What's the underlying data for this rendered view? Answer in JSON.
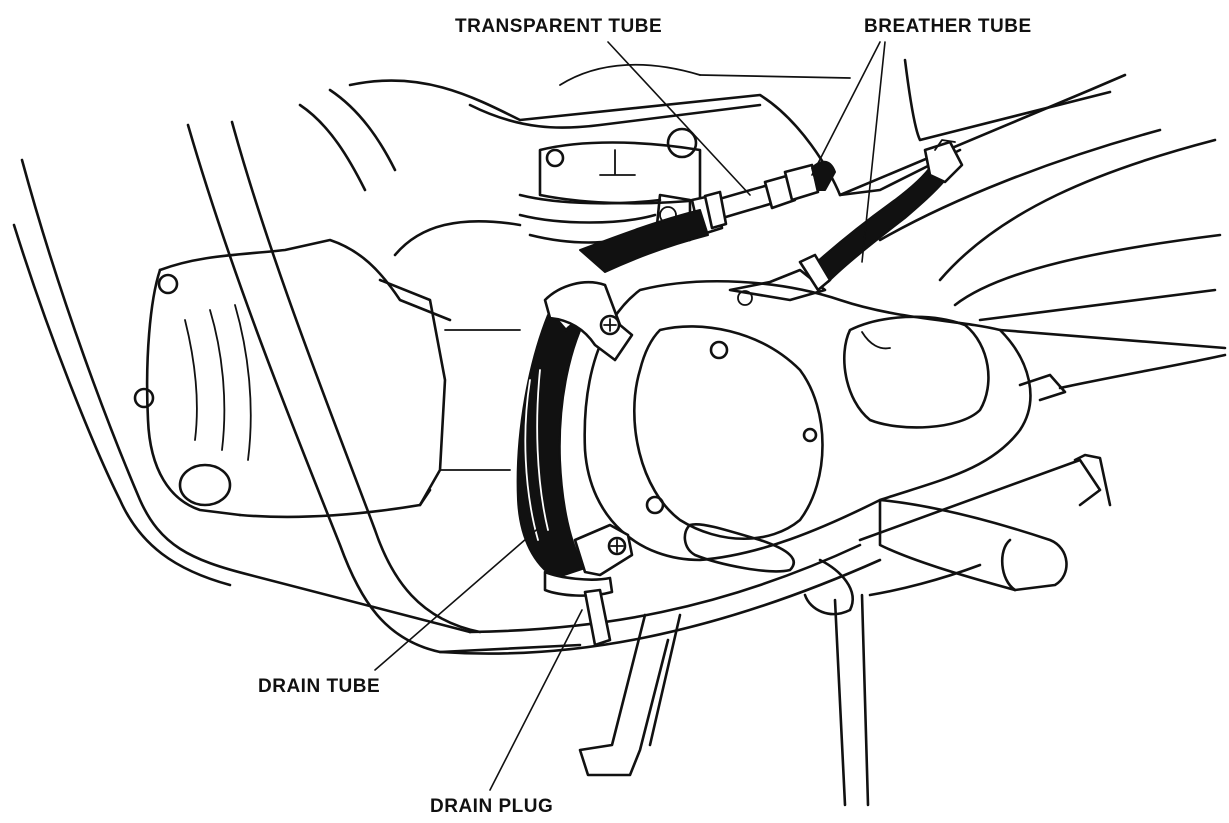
{
  "labels": {
    "transparent_tube": "TRANSPARENT TUBE",
    "breather_tube": "BREATHER TUBE",
    "drain_tube": "DRAIN TUBE",
    "drain_plug": "DRAIN PLUG"
  },
  "colors": {
    "line": "#111111",
    "background": "#ffffff"
  }
}
